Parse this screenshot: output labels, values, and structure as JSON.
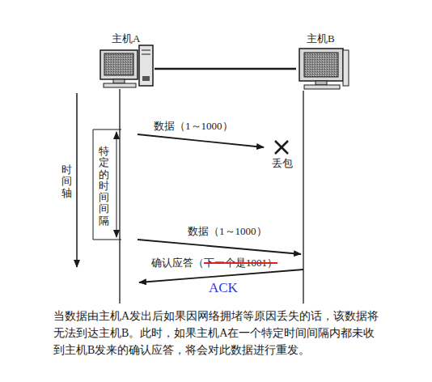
{
  "diagram": {
    "caption": "当数据由主机A发出后如果因网络拥堵等原因丢失的话，该数据将无法到达主机B。此时，如果主机A在一个特定时间间隔内都未收到主机B发来的确认应答，将会对此数据进行重发。",
    "nodes": [
      {
        "text": [
          "主机A"
        ]
      },
      {
        "text": [
          "主机B"
        ]
      }
    ],
    "edges": [
      {
        "from": 0,
        "to": 1,
        "arrow": "none"
      }
    ],
    "labels": [
      "时间轴",
      "特定的时间间隔",
      "数据（1～1000）",
      "丢包",
      "数据（1～1000）",
      "确认应答（",
      "下一个是1001）",
      "ACK"
    ]
  }
}
